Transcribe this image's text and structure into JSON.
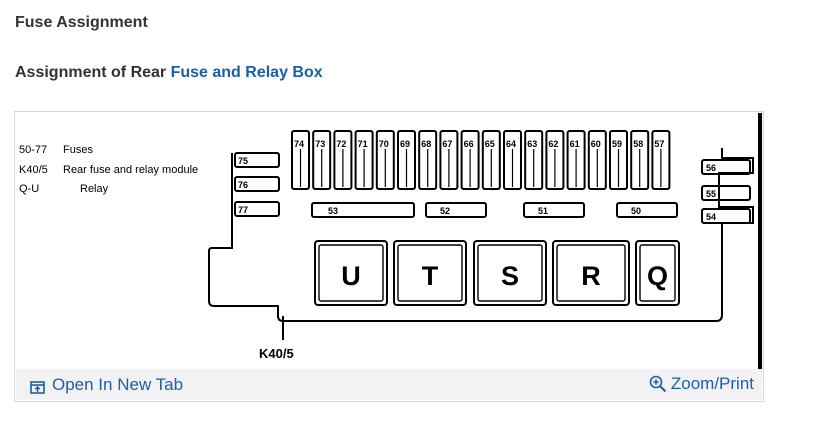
{
  "page": {
    "title": "Fuse Assignment",
    "heading_prefix": "Assignment of Rear ",
    "heading_link": "Fuse and Relay Box"
  },
  "legend": [
    {
      "code": "50-77",
      "desc": "Fuses"
    },
    {
      "code": "K40/5",
      "desc": "Rear fuse and relay module"
    },
    {
      "code": "Q-U",
      "desc": "Relay"
    }
  ],
  "diagram": {
    "left_fuses": [
      "75",
      "76",
      "77"
    ],
    "top_fuses": [
      "74",
      "73",
      "72",
      "71",
      "70",
      "69",
      "68",
      "67",
      "66",
      "65",
      "64",
      "63",
      "62",
      "61",
      "60",
      "59",
      "58",
      "57"
    ],
    "right_fuses": [
      "56",
      "55",
      "54"
    ],
    "middle_fuses": [
      "53",
      "52",
      "51",
      "50"
    ],
    "relays": [
      "U",
      "T",
      "S",
      "R",
      "Q"
    ],
    "module_label": "K40/5"
  },
  "footer": {
    "open_tab_label": "Open In New Tab",
    "zoom_label": "Zoom/Print",
    "open_tab_icon": "open-in-new-tab-icon",
    "zoom_icon": "zoom-in-icon"
  },
  "colors": {
    "link": "#1a5fa8",
    "footer_bg": "#f2f2f4"
  }
}
